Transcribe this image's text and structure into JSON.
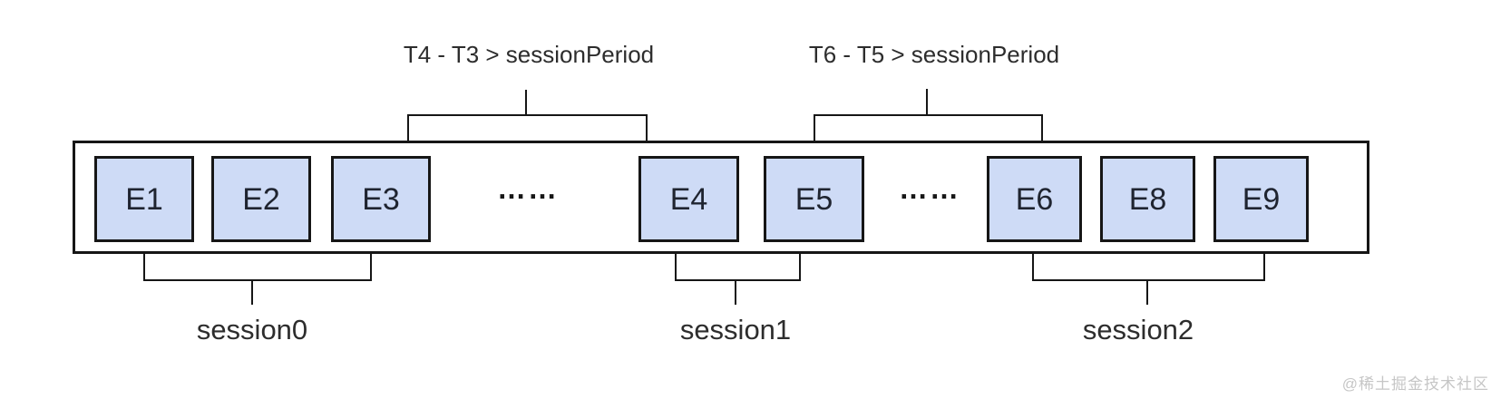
{
  "diagram": {
    "type": "session-window-diagram",
    "events": [
      {
        "label": "E1"
      },
      {
        "label": "E2"
      },
      {
        "label": "E3"
      },
      {
        "label": "E4"
      },
      {
        "label": "E5"
      },
      {
        "label": "E6"
      },
      {
        "label": "E8"
      },
      {
        "label": "E9"
      }
    ],
    "ellipsis": [
      "……",
      "……"
    ],
    "gap_annotations": [
      {
        "label": "T4 - T3 > sessionPeriod",
        "between": [
          "E3",
          "E4"
        ]
      },
      {
        "label": "T6 - T5 > sessionPeriod",
        "between": [
          "E5",
          "E6"
        ]
      }
    ],
    "sessions": [
      {
        "label": "session0",
        "covers": [
          "E1",
          "E2",
          "E3"
        ]
      },
      {
        "label": "session1",
        "covers": [
          "E4",
          "E5"
        ]
      },
      {
        "label": "session2",
        "covers": [
          "E6",
          "E8",
          "E9"
        ]
      }
    ],
    "colors": {
      "box_fill": "#cedbf6",
      "box_border": "#161616",
      "line": "#161616",
      "label_text": "#2d2d2d",
      "watermark_text": "#c6c6c6",
      "background": "#ffffff"
    }
  },
  "watermark": "@稀土掘金技术社区"
}
